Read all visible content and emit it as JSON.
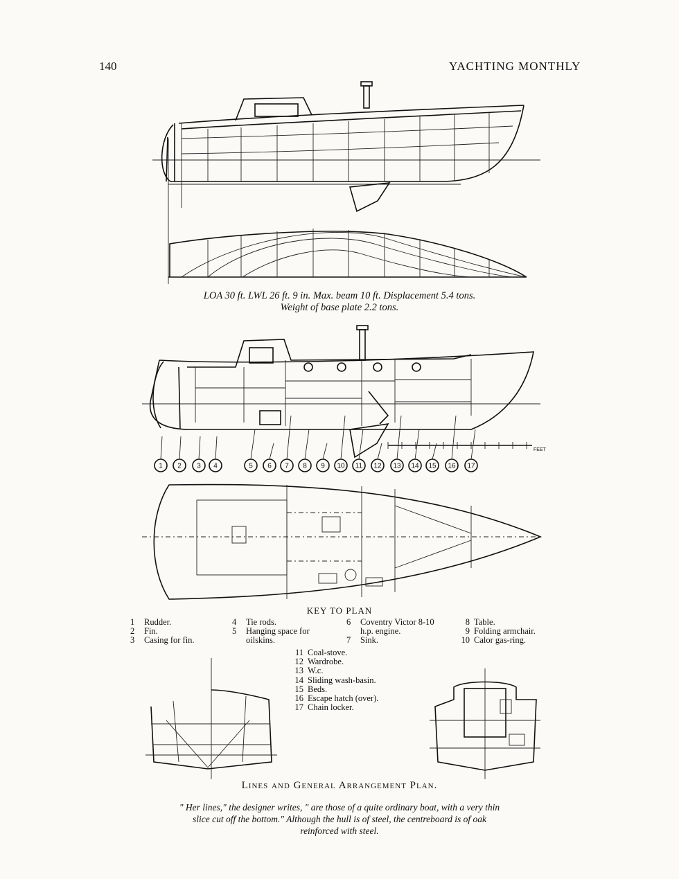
{
  "header": {
    "page_number": "140",
    "running_title": "YACHTING MONTHLY"
  },
  "lines_caption": {
    "line1": "LOA 30 ft.  LWL 26 ft. 9 in.  Max. beam 10 ft.  Displacement 5.4 tons.",
    "line2": "Weight of base plate 2.2 tons."
  },
  "arrangement_plan": {
    "scale_label": "FEET",
    "callouts": [
      "1",
      "2",
      "3",
      "4",
      "5",
      "6",
      "7",
      "8",
      "9",
      "10",
      "11",
      "12",
      "13",
      "14",
      "15",
      "16",
      "17"
    ]
  },
  "key": {
    "title": "KEY TO PLAN",
    "col1": [
      {
        "num": "1",
        "text": "Rudder."
      },
      {
        "num": "2",
        "text": "Fin."
      },
      {
        "num": "3",
        "text": "Casing for fin."
      }
    ],
    "col2": [
      {
        "num": "4",
        "text": "Tie rods."
      },
      {
        "num": "5",
        "text": "Hanging space for"
      },
      {
        "num": "",
        "text": "oilskins."
      }
    ],
    "col3": [
      {
        "num": "6",
        "text": "Coventry Victor 8-10"
      },
      {
        "num": "",
        "text": "h.p. engine."
      },
      {
        "num": "7",
        "text": "Sink."
      }
    ],
    "col4": [
      {
        "num": "8",
        "text": "Table."
      },
      {
        "num": "9",
        "text": "Folding armchair."
      },
      {
        "num": "10",
        "text": "Calor gas-ring."
      }
    ],
    "col5": [
      {
        "num": "11",
        "text": "Coal-stove."
      },
      {
        "num": "12",
        "text": "Wardrobe."
      },
      {
        "num": "13",
        "text": "W.c."
      },
      {
        "num": "14",
        "text": "Sliding wash-basin."
      },
      {
        "num": "15",
        "text": "Beds."
      },
      {
        "num": "16",
        "text": "Escape hatch (over)."
      },
      {
        "num": "17",
        "text": "Chain locker."
      }
    ]
  },
  "plan_title": "Lines and General Arrangement Plan.",
  "quote": {
    "line1": "\" Her lines,\" the designer writes, \" are those of a quite ordinary boat, with a very thin",
    "line2": "slice cut off the bottom.\"  Although the hull is of steel, the centreboard is of oak",
    "line3": "reinforced with steel."
  }
}
